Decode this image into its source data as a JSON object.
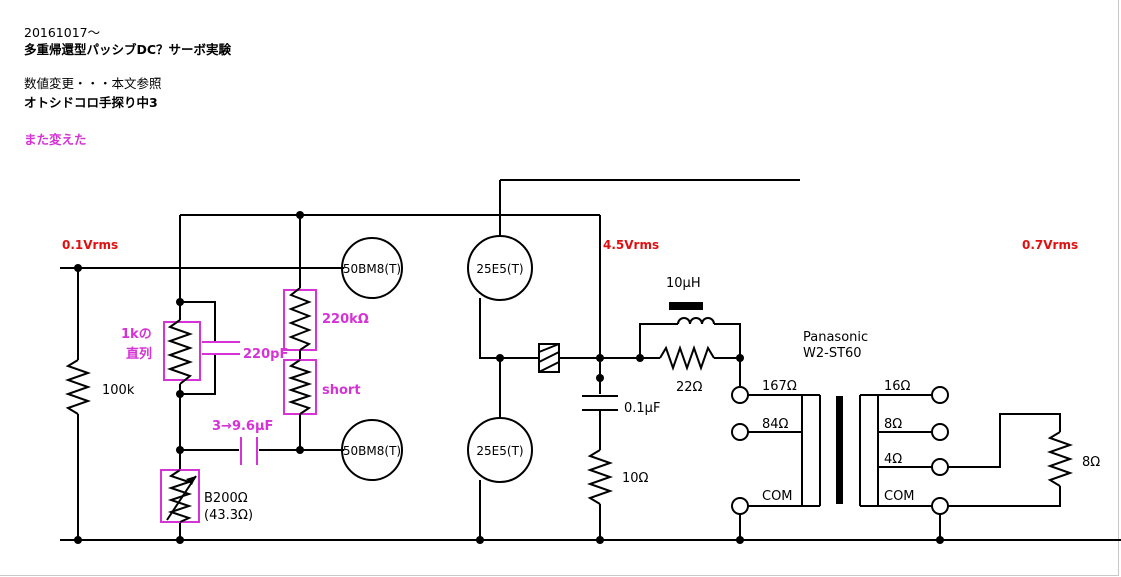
{
  "header": {
    "line1": "20161017〜",
    "line2": "多重帰還型パッシブDC？サーボ実験",
    "line3": "数値変更・・・本文参照",
    "line4": "オトシドコロ手探り中3",
    "note": "また変えた"
  },
  "levels": {
    "input": "0.1Vrms",
    "mid": "4.5Vrms",
    "output": "0.7Vrms"
  },
  "components": {
    "r_input": "100k",
    "r_series_a": "1kの",
    "r_series_b": "直列",
    "c_220p": "220pF",
    "r_220k": "220kΩ",
    "r_short": "short",
    "c_coupling": "3→9.6μF",
    "vr_label": "B200Ω",
    "vr_setting": "(43.3Ω)",
    "tube_top": "50BM8(T)",
    "tube_bottom": "50BM8(T)",
    "out_tube_top": "25E5(T)",
    "out_tube_bottom": "25E5(T)",
    "inductor": "10μH",
    "r_22": "22Ω",
    "c_01": "0.1μF",
    "r_10": "10Ω",
    "xfmr_make": "Panasonic",
    "xfmr_model": "W2-ST60",
    "pri_167": "167Ω",
    "pri_84": "84Ω",
    "pri_com": "COM",
    "sec_16": "16Ω",
    "sec_8": "8Ω",
    "sec_4": "4Ω",
    "sec_com": "COM",
    "load": "8Ω"
  },
  "colors": {
    "wire": "#000000",
    "variable_part": "#d633d6",
    "level_label": "#e01010"
  }
}
